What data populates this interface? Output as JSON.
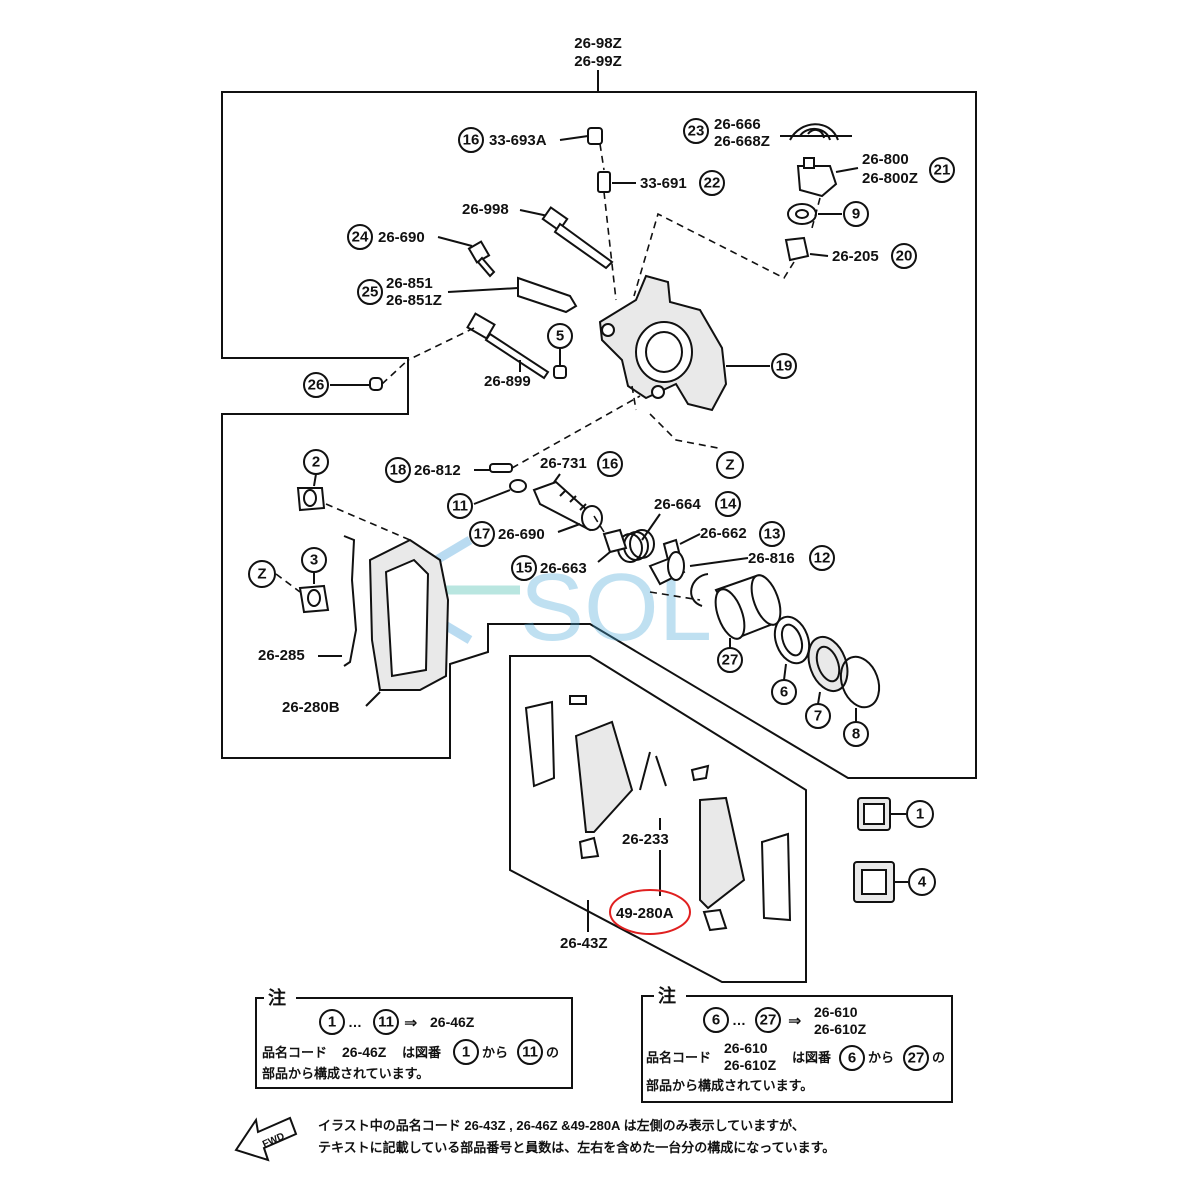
{
  "assembly": {
    "code_top": "26-98Z",
    "code_bottom": "26-99Z"
  },
  "parts": [
    {
      "num": "16",
      "code": "33-693A"
    },
    {
      "num": "22",
      "code": "33-691"
    },
    {
      "num": "",
      "code": "26-998"
    },
    {
      "num": "24",
      "code": "26-690"
    },
    {
      "num": "25",
      "code": "26-851",
      "code2": "26-851Z"
    },
    {
      "num": "5",
      "code": ""
    },
    {
      "num": "",
      "code": "26-899"
    },
    {
      "num": "26",
      "code": ""
    },
    {
      "num": "23",
      "code": "26-666",
      "code2": "26-668Z"
    },
    {
      "num": "21",
      "code": "26-800",
      "code2": "26-800Z"
    },
    {
      "num": "9",
      "code": ""
    },
    {
      "num": "20",
      "code": "26-205"
    },
    {
      "num": "19",
      "code": ""
    },
    {
      "num": "Z",
      "code": ""
    },
    {
      "num": "18",
      "code": "26-812"
    },
    {
      "num": "11",
      "code": ""
    },
    {
      "num": "16",
      "code": "26-731"
    },
    {
      "num": "17",
      "code": "26-690"
    },
    {
      "num": "14",
      "code": "26-664"
    },
    {
      "num": "13",
      "code": "26-662"
    },
    {
      "num": "15",
      "code": "26-663"
    },
    {
      "num": "12",
      "code": "26-816"
    },
    {
      "num": "27",
      "code": ""
    },
    {
      "num": "6",
      "code": ""
    },
    {
      "num": "7",
      "code": ""
    },
    {
      "num": "8",
      "code": ""
    },
    {
      "num": "2",
      "code": ""
    },
    {
      "num": "Z",
      "code": ""
    },
    {
      "num": "3",
      "code": ""
    },
    {
      "num": "",
      "code": "26-285"
    },
    {
      "num": "",
      "code": "26-280B"
    },
    {
      "num": "1",
      "code": ""
    },
    {
      "num": "4",
      "code": ""
    }
  ],
  "pads": {
    "shim_code": "26-233",
    "pad_code": "49-280A",
    "kit_code": "26-43Z"
  },
  "highlight_color": "#e02020",
  "watermark": "SOL",
  "note_left": {
    "heading": "注",
    "range_from": "1",
    "range_to": "11",
    "arrow": "⇒",
    "result": "26-46Z",
    "line1_a": "品名コード",
    "line1_code": "26-46Z",
    "line1_b": "は図番",
    "line1_c": "から",
    "line1_d": "の",
    "line2": "部品から構成されています。"
  },
  "note_right": {
    "heading": "注",
    "range_from": "6",
    "range_to": "27",
    "arrow": "⇒",
    "result1": "26-610",
    "result2": "26-610Z",
    "line1_a": "品名コード",
    "line1_code1": "26-610",
    "line1_code2": "26-610Z",
    "line1_b": "は図番",
    "line1_c": "から",
    "line1_d": "の",
    "line2": "部品から構成されています。"
  },
  "fwd_label": "FWD",
  "footer": {
    "line1": "イラスト中の品名コード 26-43Z , 26-46Z &49-280A は左側のみ表示していますが、",
    "line2": "テキストに記載している部品番号と員数は、左右を含めた一台分の構成になっています。"
  }
}
